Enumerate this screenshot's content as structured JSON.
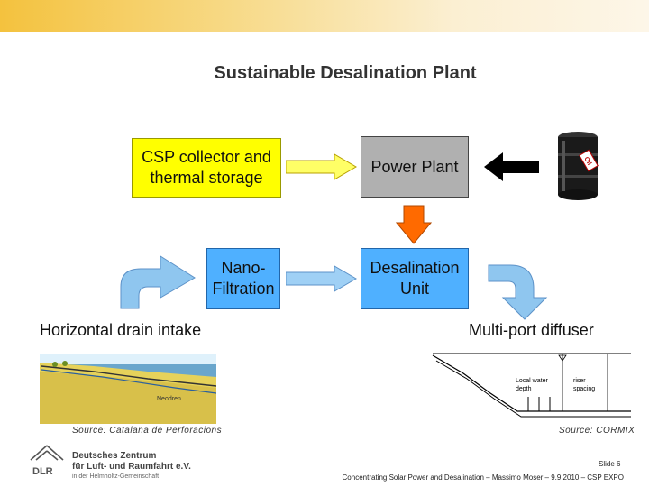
{
  "header": {
    "title": "Sustainable Desalination Plant"
  },
  "nodes": {
    "csp": "CSP collector and\nthermal storage",
    "power_plant": "Power Plant",
    "nano": "Nano-\nFiltration",
    "desal": "Desalination\nUnit"
  },
  "labels": {
    "intake": "Horizontal drain intake",
    "diffuser": "Multi-port diffuser"
  },
  "sources": {
    "left": "Source: Catalana de Perforacions",
    "right": "Source: CORMIX"
  },
  "intake_figure": {
    "label": "Neodren"
  },
  "diffuser_figure": {
    "water_depth": "Local water\ndepth",
    "riser": "riser\nspacing"
  },
  "barrel": {
    "label": "Oil"
  },
  "footer": {
    "logo_line1": "Deutsches Zentrum",
    "logo_line2": "für Luft- und Raumfahrt e.V.",
    "logo_line3": "in der Helmholtz-Gemeinschaft",
    "logo_abbr": "DLR",
    "slide": "Slide 6",
    "caption": "Concentrating Solar Power and Desalination – Massimo Moser – 9.9.2010 – CSP EXPO"
  },
  "colors": {
    "yellow_box": "#ffff00",
    "gray_box": "#b0b0b0",
    "blue_box": "#4fb0ff",
    "orange_arrow": "#ff6a00"
  }
}
